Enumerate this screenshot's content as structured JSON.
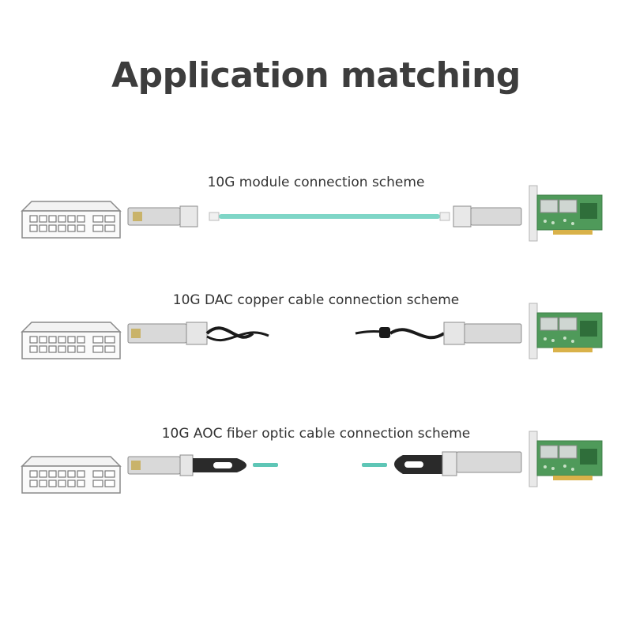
{
  "title": "Application matching",
  "schemes": [
    {
      "label": "10G module connection scheme"
    },
    {
      "label": "10G DAC copper cable connection scheme"
    },
    {
      "label": "10G AOC fiber optic cable connection scheme"
    }
  ],
  "colors": {
    "title": "#3d3d3d",
    "fiber": "#7fd6c7",
    "aoc_cable": "#5ec6b6",
    "pcb": "#4f9a5a",
    "switch_outline": "#8a8a8a"
  },
  "icons": [
    "network-switch-icon",
    "sfp-module-icon",
    "fiber-patch-cable-icon",
    "dac-cable-icon",
    "aoc-cable-icon",
    "network-card-icon"
  ]
}
